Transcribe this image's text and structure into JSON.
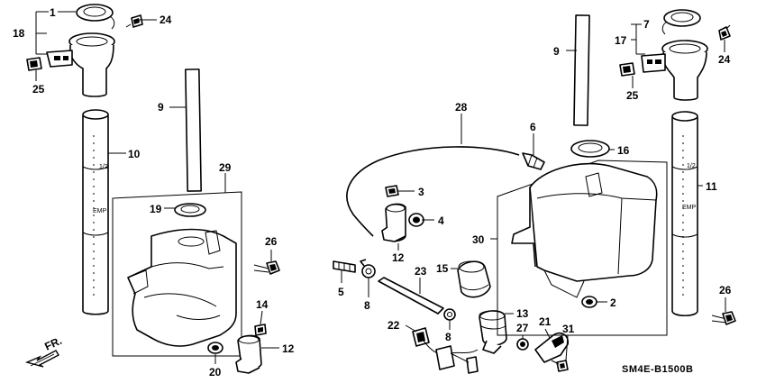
{
  "diagram": {
    "labels": [
      "1",
      "18",
      "24",
      "25",
      "9",
      "10",
      "19",
      "29",
      "26",
      "14",
      "12",
      "20",
      "28",
      "6",
      "3",
      "4",
      "12",
      "5",
      "8",
      "23",
      "15",
      "13",
      "22",
      "8",
      "27",
      "21",
      "31",
      "7",
      "17",
      "24",
      "25",
      "9",
      "16",
      "11",
      "30",
      "2",
      "26"
    ],
    "direction_label": "FR.",
    "drawing_code": "SM4E-B1500B",
    "tube_markings": {
      "left": [
        "1/2",
        "EMP"
      ],
      "right": [
        "1/2",
        "EMP"
      ]
    }
  }
}
